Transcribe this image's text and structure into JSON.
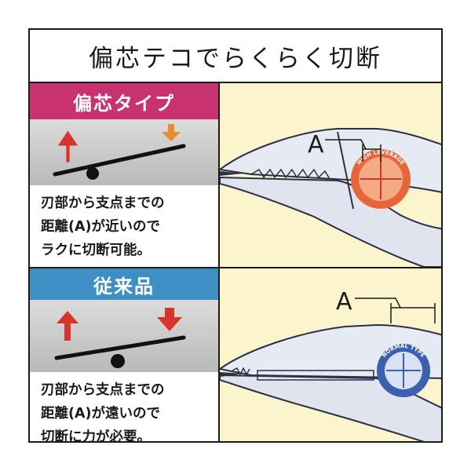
{
  "title": "偏芯テコでらくらく切断",
  "offset": {
    "heading": "偏芯タイプ",
    "desc_lines": [
      "刃部から支点までの",
      "距離(A)が近いので",
      "ラクに切断可能。"
    ],
    "dimension_label": "A",
    "badge_text": "HIGH LEVERAGE",
    "colors": {
      "heading": "#c8336f",
      "badge": "#e8643a",
      "down_arrow": "#e98c2e",
      "up_arrow": "#d9342b"
    }
  },
  "normal": {
    "heading": "従来品",
    "desc_lines": [
      "刃部から支点までの",
      "距離(A)が遠いので",
      "切断に力が必要。"
    ],
    "dimension_label": "A",
    "badge_text": "NORMAL TYPE",
    "colors": {
      "heading": "#3d8fc4",
      "badge": "#3c5fb0",
      "down_arrow": "#d9342b",
      "up_arrow": "#d9342b"
    }
  }
}
